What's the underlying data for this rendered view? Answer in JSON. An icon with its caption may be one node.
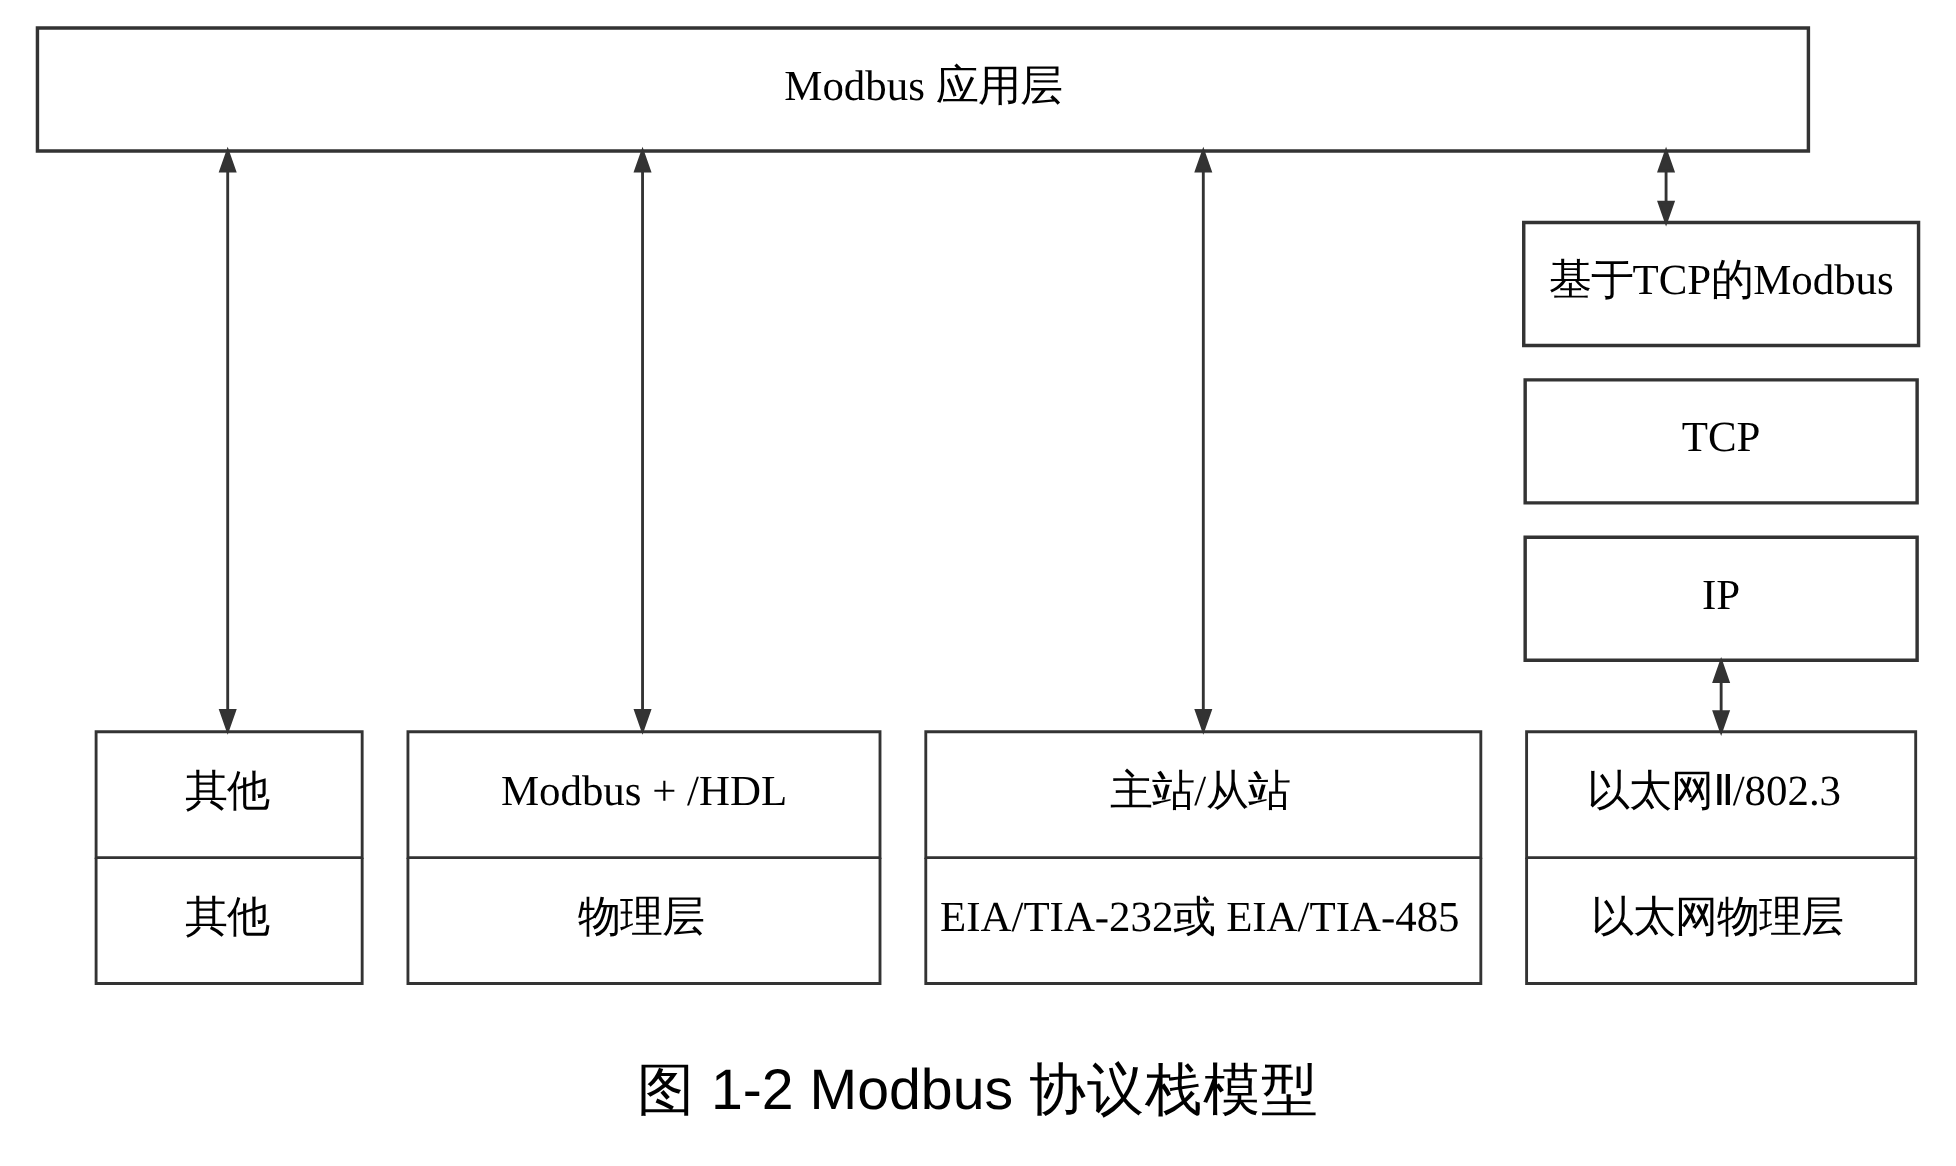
{
  "diagram": {
    "caption": "图 1-2 Modbus 协议栈模型",
    "nodes": [
      {
        "text": [
          "Modbus 应用层"
        ]
      },
      {
        "text": [
          "基于TCP的Modbus"
        ]
      },
      {
        "text": [
          "TCP"
        ]
      },
      {
        "text": [
          "IP"
        ]
      },
      {
        "text": [
          "其他",
          "其他"
        ]
      },
      {
        "text": [
          "Modbus + /HDL",
          "物理层"
        ]
      },
      {
        "text": [
          "主站/从站",
          "EIA/TIA-232或 EIA/TIA-485"
        ]
      },
      {
        "text": [
          "以太网Ⅱ/802.3",
          "以太网物理层"
        ]
      }
    ],
    "edges": [
      {
        "from": 0,
        "to": 4,
        "arrow": "both"
      },
      {
        "from": 0,
        "to": 5,
        "arrow": "both"
      },
      {
        "from": 0,
        "to": 6,
        "arrow": "both"
      },
      {
        "from": 0,
        "to": 1,
        "arrow": "both"
      },
      {
        "from": 3,
        "to": 7,
        "arrow": "both"
      }
    ]
  }
}
